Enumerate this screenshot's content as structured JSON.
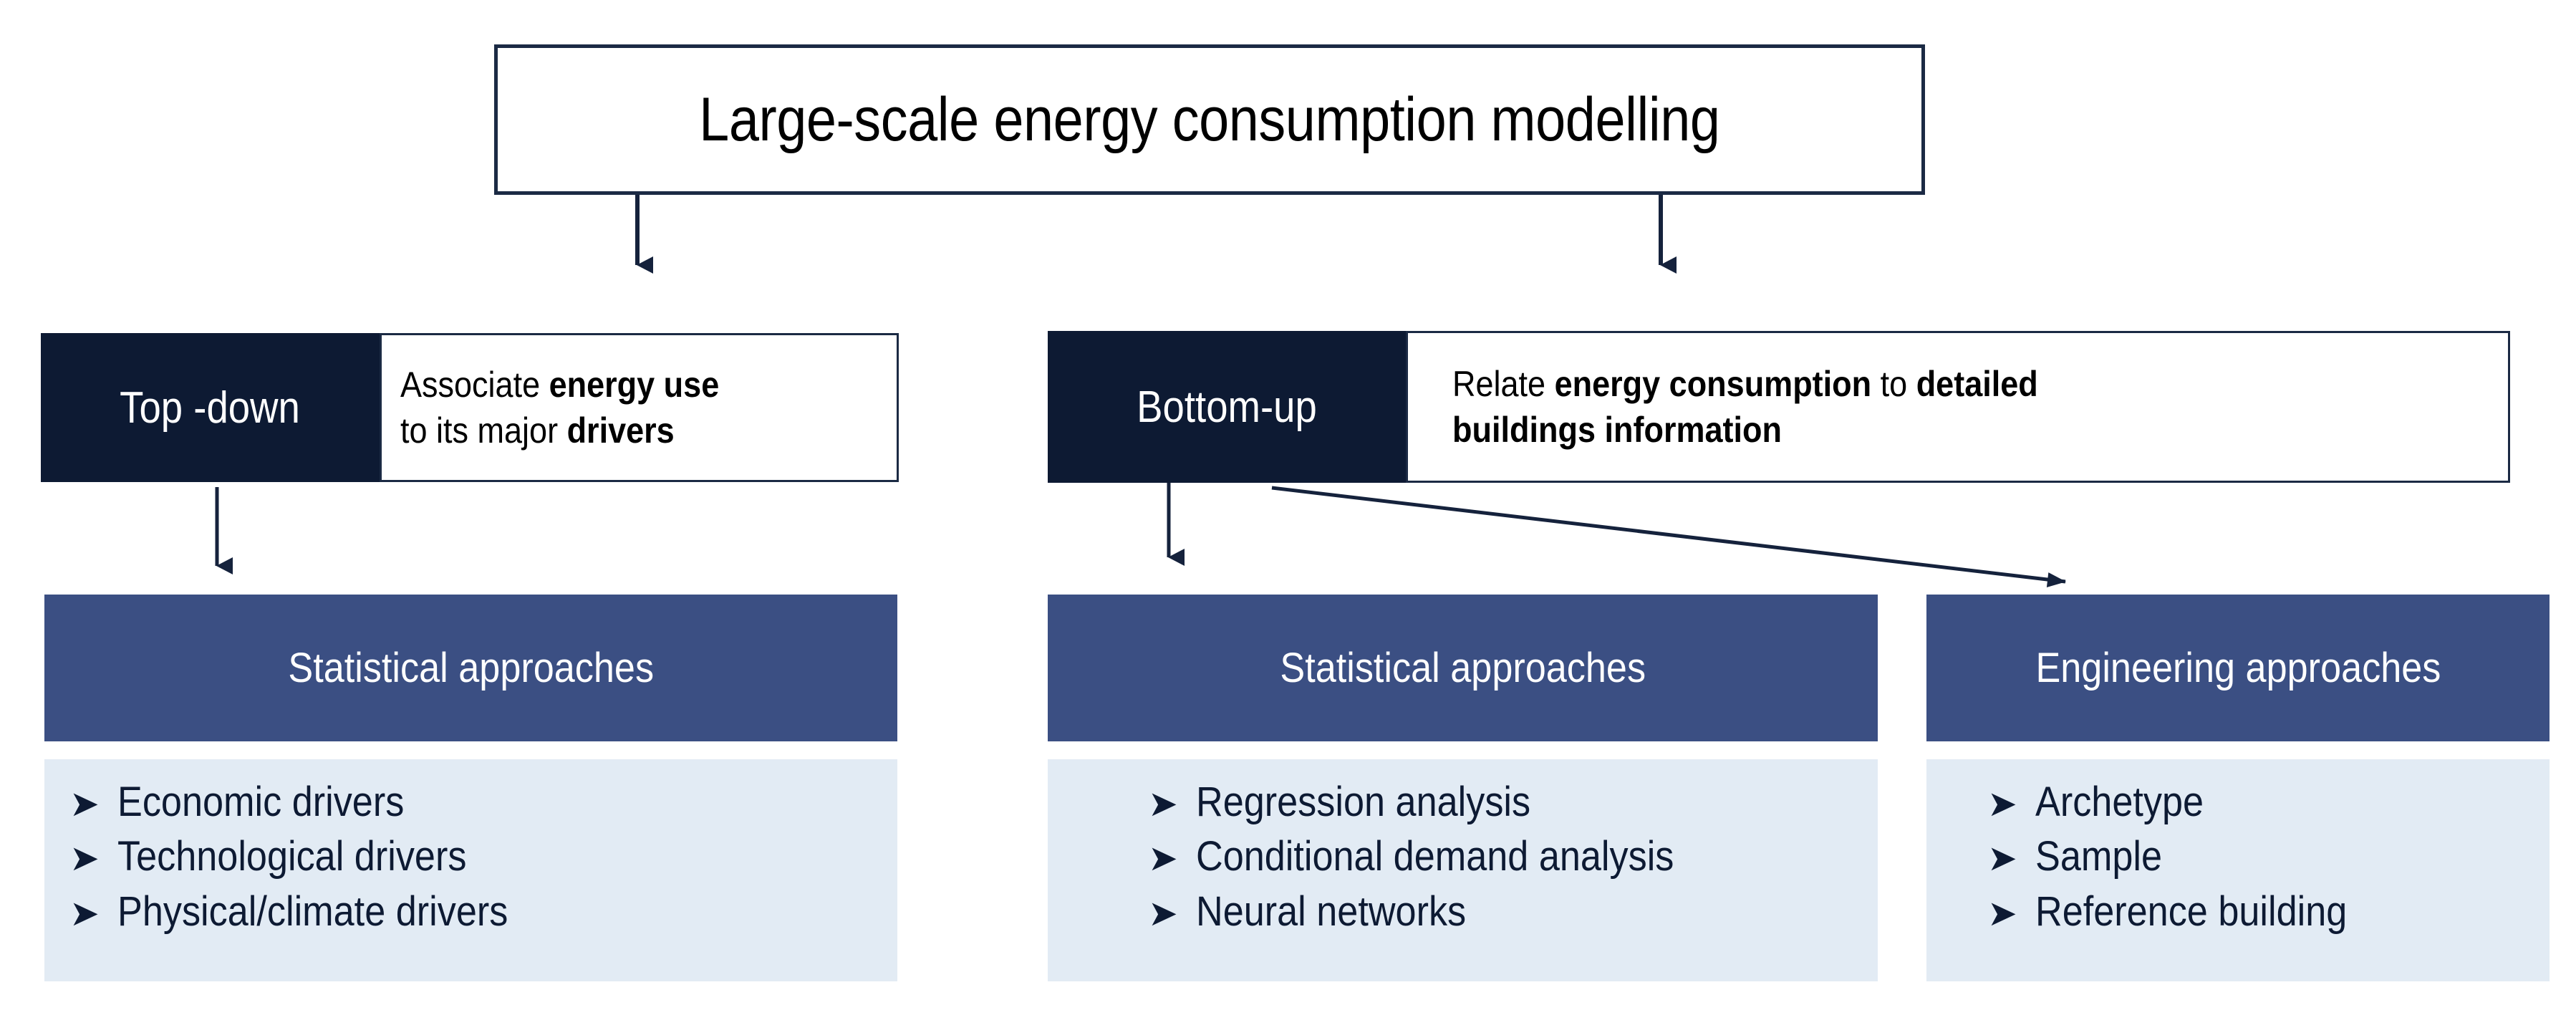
{
  "title": {
    "text": "Large-scale energy consumption modelling"
  },
  "approaches": [
    {
      "tag": "Top -down",
      "description_lines": [
        {
          "plain_prefix": "Associate ",
          "bold_1": "energy use",
          "plain_mid": "",
          "bold_2": ""
        },
        {
          "plain_prefix": "to its major ",
          "bold_1": "drivers",
          "plain_mid": "",
          "bold_2": ""
        }
      ],
      "description_text": "Associate energy use to its major drivers"
    },
    {
      "tag": "Bottom-up",
      "description_lines": [
        {
          "plain_prefix": "Relate ",
          "bold_1": "energy consumption",
          "plain_mid": " to ",
          "bold_2": "detailed"
        },
        {
          "plain_prefix": "",
          "bold_1": "buildings information",
          "plain_mid": "",
          "bold_2": ""
        }
      ],
      "description_text": "Relate energy consumption to detailed buildings information"
    }
  ],
  "columns": [
    {
      "id": "topdown-statistical",
      "header": "Statistical approaches",
      "bullet_marker": "➤",
      "items": [
        "Economic drivers",
        "Technological drivers",
        "Physical/climate drivers"
      ]
    },
    {
      "id": "bottomup-statistical",
      "header": "Statistical approaches",
      "bullet_marker": "➤",
      "items": [
        "Regression analysis",
        "Conditional demand analysis",
        "Neural networks"
      ]
    },
    {
      "id": "bottomup-engineering",
      "header": "Engineering approaches",
      "bullet_marker": "➤",
      "items": [
        "Archetype",
        "Sample",
        "Reference building"
      ]
    }
  ],
  "connectors": [
    {
      "name": "title-to-topdown",
      "from": "title",
      "to": "Top -down"
    },
    {
      "name": "title-to-bottomup",
      "from": "title",
      "to": "Bottom-up"
    },
    {
      "name": "topdown-to-statistical",
      "from": "Top -down",
      "to": "Statistical approaches"
    },
    {
      "name": "bottomup-to-statistical",
      "from": "Bottom-up",
      "to": "Statistical approaches"
    },
    {
      "name": "bottomup-to-engineering",
      "from": "Bottom-up",
      "to": "Engineering approaches"
    }
  ],
  "colors": {
    "title_border": "#1b2a44",
    "tag_background": "#0d1a33",
    "header_background": "#3b4f83",
    "list_background": "#e2ebf4",
    "arrow": "#15223c",
    "page_background": "#ffffff"
  }
}
